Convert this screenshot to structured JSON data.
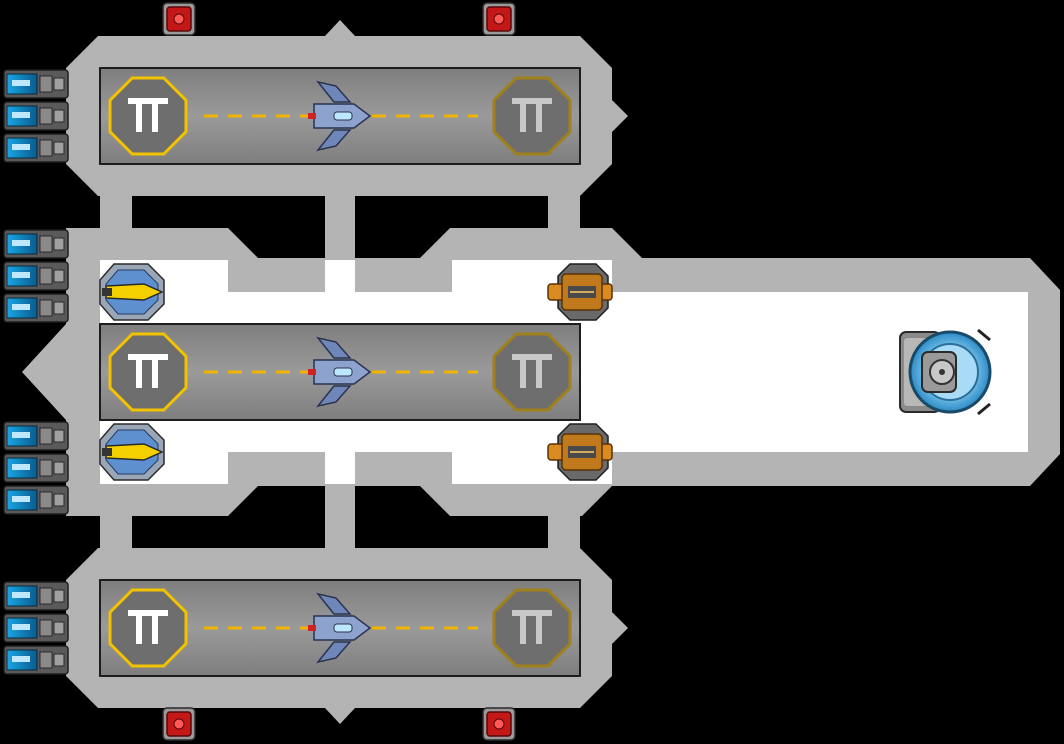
{
  "scene": {
    "title": "",
    "background_color": "#000000",
    "hull_color": "#b4b4b4",
    "floor_color": "#ffffff",
    "hangar_color": "#8c8c8c",
    "runway_dash_color": "#f0b400",
    "pad_outline_bright": "#f2c200",
    "pad_outline_dim": "#a0801a"
  },
  "hangars": [
    {
      "name": "top-hangar",
      "pad_left_glyph": "╥",
      "pad_right_glyph": "╥"
    },
    {
      "name": "middle-hangar",
      "pad_left_glyph": "╥",
      "pad_right_glyph": "╥"
    },
    {
      "name": "bottom-hangar",
      "pad_left_glyph": "╥",
      "pad_right_glyph": "╥"
    }
  ],
  "thrusters": {
    "groups": 4,
    "per_group": 3,
    "icon": "thruster-icon"
  },
  "modules": {
    "hatches": [
      "hatch-icon",
      "hatch-icon",
      "hatch-icon",
      "hatch-icon"
    ],
    "drones": [
      "drone-icon",
      "drone-icon"
    ],
    "turrets": [
      "turret-icon",
      "turret-icon"
    ],
    "reactor": "reactor-icon",
    "fighters": [
      "fighter-icon",
      "fighter-icon",
      "fighter-icon"
    ]
  }
}
